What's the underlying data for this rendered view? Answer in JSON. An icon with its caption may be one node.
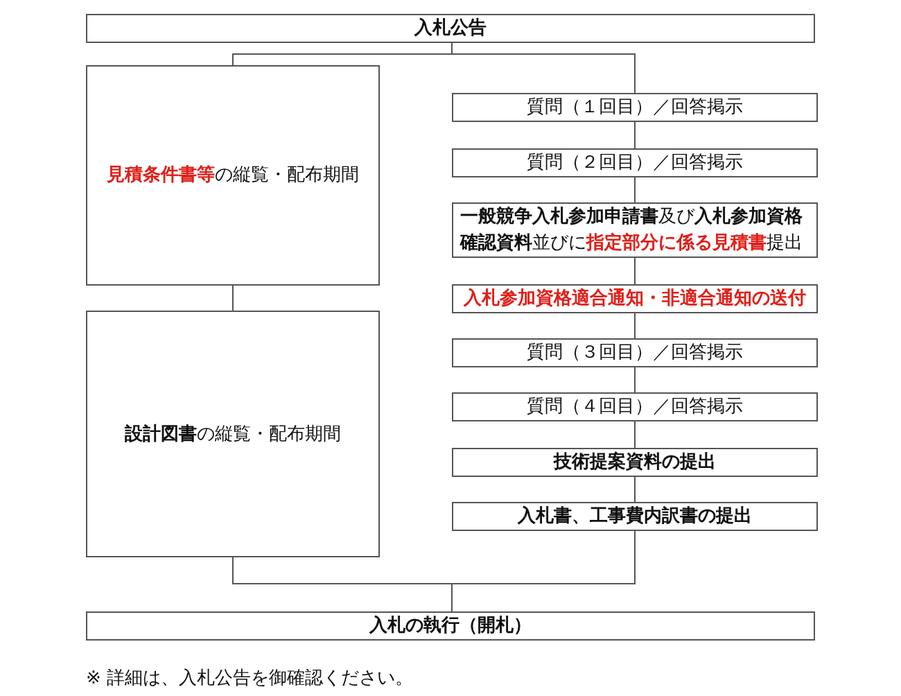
{
  "diagram": {
    "nodes": [
      {
        "text": [
          "入札公告"
        ]
      },
      {
        "text": [
          "**見積条件書等**の縦覧・配布期間"
        ]
      },
      {
        "text": [
          "**設計図書**の縦覧・配布期間"
        ]
      },
      {
        "text": [
          "質問（１回目）／回答掲示"
        ]
      },
      {
        "text": [
          "質問（２回目）／回答掲示"
        ]
      },
      {
        "text": [
          "**一般競争入札参加申請書**及び**入札参加資格確認資料**並びに**指定部分に係る見積書**提出"
        ]
      },
      {
        "text": [
          "入札参加資格適合通知・非適合通知の送付"
        ]
      },
      {
        "text": [
          "質問（３回目）／回答掲示"
        ]
      },
      {
        "text": [
          "質問（４回目）／回答掲示"
        ]
      },
      {
        "text": [
          "技術提案資料の提出"
        ]
      },
      {
        "text": [
          "入札書、工事費内訳書の提出"
        ]
      },
      {
        "text": [
          "入札の執行（開札）"
        ]
      }
    ],
    "edges": [
      {
        "from": 0,
        "to": 1,
        "arrow": "none"
      },
      {
        "from": 0,
        "to": 3,
        "arrow": "none"
      },
      {
        "from": 1,
        "to": 2,
        "arrow": "none"
      },
      {
        "from": 3,
        "to": 4,
        "arrow": "none"
      },
      {
        "from": 4,
        "to": 5,
        "arrow": "none"
      },
      {
        "from": 5,
        "to": 6,
        "arrow": "none"
      },
      {
        "from": 6,
        "to": 7,
        "arrow": "none"
      },
      {
        "from": 7,
        "to": 8,
        "arrow": "none"
      },
      {
        "from": 8,
        "to": 9,
        "arrow": "none"
      },
      {
        "from": 9,
        "to": 10,
        "arrow": "none"
      },
      {
        "from": 2,
        "to": 11,
        "arrow": "none"
      },
      {
        "from": 10,
        "to": 11,
        "arrow": "none"
      }
    ],
    "labels": [
      "※ 詳細は、入札公告を御確認ください。"
    ]
  }
}
